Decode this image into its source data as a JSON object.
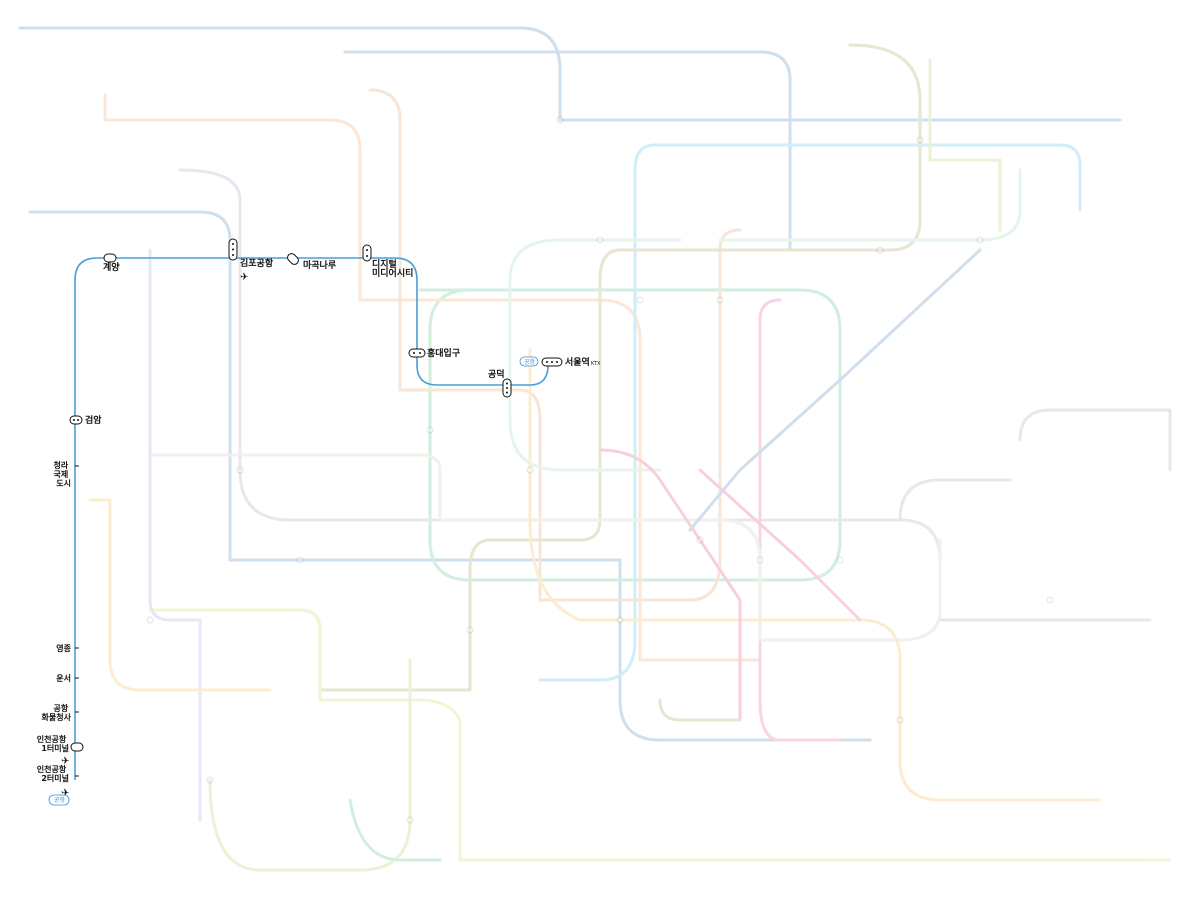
{
  "map": {
    "highlighted_line": {
      "name_badge": "공항",
      "color": "#4a9ed6",
      "stations": [
        {
          "id": "gyeyang",
          "label": "계양",
          "transfer": true
        },
        {
          "id": "gimpo",
          "label": "김포공항",
          "transfer": true,
          "airport": true
        },
        {
          "id": "magoknaru",
          "label": "마곡나루",
          "transfer": true
        },
        {
          "id": "dmc",
          "label": "디지털\n미디어시티",
          "transfer": true
        },
        {
          "id": "hongik",
          "label": "홍대입구",
          "transfer": true
        },
        {
          "id": "gongdeok",
          "label": "공덕",
          "transfer": true
        },
        {
          "id": "seoul",
          "label": "서울역",
          "suffix": "KTX",
          "transfer": true
        },
        {
          "id": "geomam",
          "label": "검암",
          "transfer": true
        },
        {
          "id": "cheongna",
          "label": "청라\n국제\n도시",
          "transfer": false
        },
        {
          "id": "yeongjong",
          "label": "영종",
          "transfer": false
        },
        {
          "id": "unseo",
          "label": "운서",
          "transfer": false
        },
        {
          "id": "cargo",
          "label": "공항\n화물청사",
          "transfer": false
        },
        {
          "id": "t1",
          "label": "인천공항\n1터미널",
          "transfer": true,
          "airport": true
        },
        {
          "id": "t2",
          "label": "인천공항\n2터미널",
          "transfer": false,
          "airport": true
        }
      ]
    },
    "faded_lines": [
      {
        "color": "#0052a4"
      },
      {
        "color": "#00a84d"
      },
      {
        "color": "#ef7c1c"
      },
      {
        "color": "#00a5de"
      },
      {
        "color": "#996cac"
      },
      {
        "color": "#cd7c2f"
      },
      {
        "color": "#747f00"
      },
      {
        "color": "#e6186c"
      },
      {
        "color": "#bdb092"
      },
      {
        "color": "#77c4a3"
      },
      {
        "color": "#f5a200"
      },
      {
        "color": "#6789ca"
      },
      {
        "color": "#b0ce18"
      },
      {
        "color": "#d4003b"
      },
      {
        "color": "#8fc31f"
      }
    ]
  }
}
